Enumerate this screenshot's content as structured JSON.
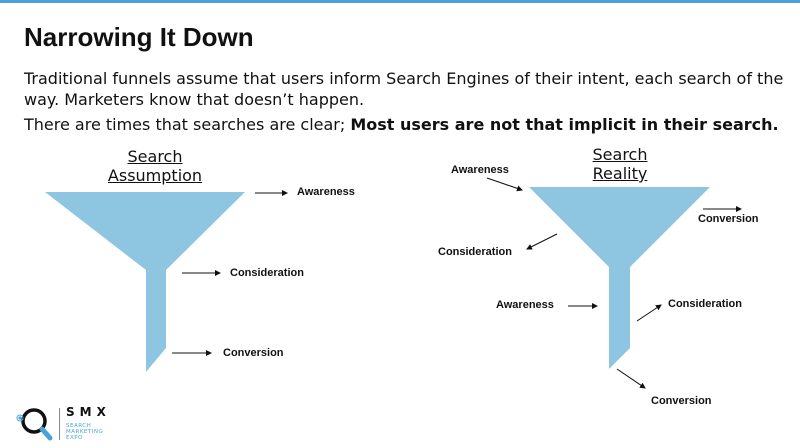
{
  "title": "Narrowing It Down",
  "paragraph1": "Traditional funnels assume that users inform Search Engines of their intent, each search of the way. Marketers know that doesn’t happen.",
  "paragraph2_normal": "There are times that searches are clear; ",
  "paragraph2_bold": "Most users are not that implicit in their search.",
  "left_funnel": {
    "heading_line1": "Search",
    "heading_line2": "Assumption",
    "labels": [
      "Awareness",
      "Consideration",
      "Conversion"
    ]
  },
  "right_funnel": {
    "heading_line1": "Search",
    "heading_line2": "Reality",
    "labels": [
      "Awareness",
      "Conversion",
      "Consideration",
      "Awareness",
      "Consideration",
      "Conversion"
    ]
  },
  "colors": {
    "accent": "#4aa3d8",
    "funnel": "#8ec6e1"
  },
  "logo": {
    "brand": "SMX",
    "sub1": "SEARCH",
    "sub2": "MARKETING",
    "sub3": "EXPO"
  }
}
